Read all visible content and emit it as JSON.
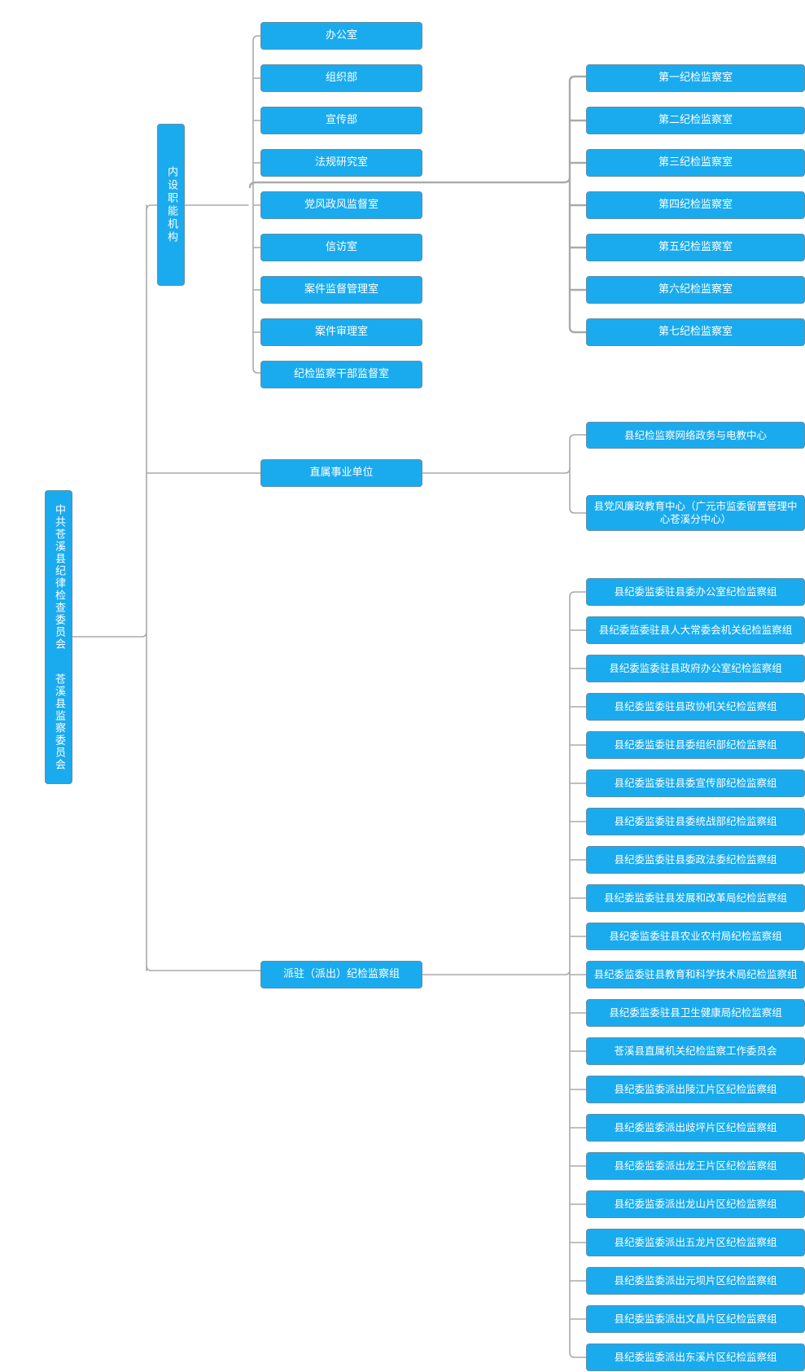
{
  "root": {
    "line1": "中共苍溪县纪律检查委员会",
    "line2": "苍溪县监察委员会"
  },
  "branches": {
    "internal": {
      "label": "内设职能机构",
      "items": [
        "办公室",
        "组织部",
        "宣传部",
        "法规研究室",
        "党风政风监督室",
        "信访室",
        "案件监督管理室",
        "案件审理室",
        "纪检监察干部监督室"
      ],
      "rooms": [
        "第一纪检监察室",
        "第二纪检监察室",
        "第三纪检监察室",
        "第四纪检监察室",
        "第五纪检监察室",
        "第六纪检监察室",
        "第七纪检监察室"
      ]
    },
    "affiliated": {
      "label": "直属事业单位",
      "items": [
        "县纪检监察网络政务与电教中心",
        "县党风廉政教育中心（广元市监委留置管理中心苍溪分中心）"
      ]
    },
    "dispatched": {
      "label": "派驻（派出）纪检监察组",
      "items": [
        "县纪委监委驻县委办公室纪检监察组",
        "县纪委监委驻县人大常委会机关纪检监察组",
        "县纪委监委驻县政府办公室纪检监察组",
        "县纪委监委驻县政协机关纪检监察组",
        "县纪委监委驻县委组织部纪检监察组",
        "县纪委监委驻县委宣传部纪检监察组",
        "县纪委监委驻县委统战部纪检监察组",
        "县纪委监委驻县委政法委纪检监察组",
        "县纪委监委驻县发展和改革局纪检监察组",
        "县纪委监委驻县农业农村局纪检监察组",
        "县纪委监委驻县教育和科学技术局纪检监察组",
        "县纪委监委驻县卫生健康局纪检监察组",
        "苍溪县直属机关纪检监察工作委员会",
        "县纪委监委派出陵江片区纪检监察组",
        "县纪委监委派出歧坪片区纪检监察组",
        "县纪委监委派出龙王片区纪检监察组",
        "县纪委监委派出龙山片区纪检监察组",
        "县纪委监委派出五龙片区纪检监察组",
        "县纪委监委派出元坝片区纪检监察组",
        "县纪委监委派出文昌片区纪检监察组",
        "县纪委监委派出东溪片区纪检监察组"
      ]
    }
  },
  "colors": {
    "node_fill": "#1aabee",
    "node_border": "#5f8fa8",
    "connector": "#aaaaaa",
    "text": "#ffffff"
  }
}
